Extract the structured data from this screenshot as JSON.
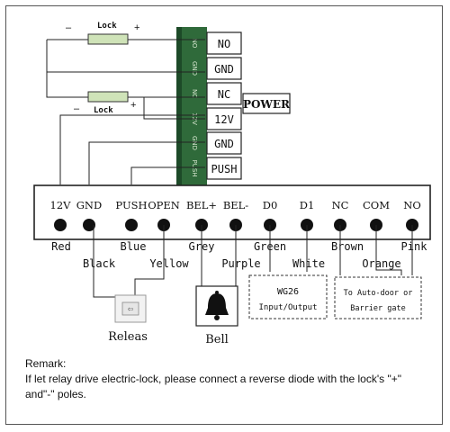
{
  "colors": {
    "line": "#222222",
    "pcb": "#2f6a3a",
    "pcb_dark": "#1d4a28",
    "lock_fill": "#cfe3b8",
    "terminal_box": "#ffffff",
    "dot": "#111111"
  },
  "lock": {
    "label": "Lock",
    "minus": "–",
    "plus": "+"
  },
  "relay_terminals": [
    "NO",
    "GND",
    "NC",
    "12V",
    "GND",
    "PUSH"
  ],
  "pcb_silk": [
    "NO",
    "GND",
    "NC",
    "12V",
    "GND",
    "PUSH"
  ],
  "power_label": "POWER",
  "controller_terminals": [
    "12V",
    "GND",
    "PUSH",
    "OPEN",
    "BEL+",
    "BEL-",
    "D0",
    "D1",
    "NC",
    "COM",
    "NO"
  ],
  "wire_colors_upper": [
    "Red",
    "Blue",
    "Grey",
    "Green",
    "Brown",
    "Pink"
  ],
  "wire_colors_lower": [
    "Black",
    "Yellow",
    "Purple",
    "White",
    "Orange"
  ],
  "release_label": "Releas",
  "bell_label": "Bell",
  "wg26": {
    "line1": "WG26",
    "line2": "Input/Output"
  },
  "autodoor": {
    "line1": "To Auto-door or",
    "line2": "Barrier gate"
  },
  "remark": {
    "title": "Remark:",
    "line1": "If let relay drive electric-lock, please connect a reverse diode with the lock's \"+\"",
    "line2": "and\"-\" poles."
  }
}
